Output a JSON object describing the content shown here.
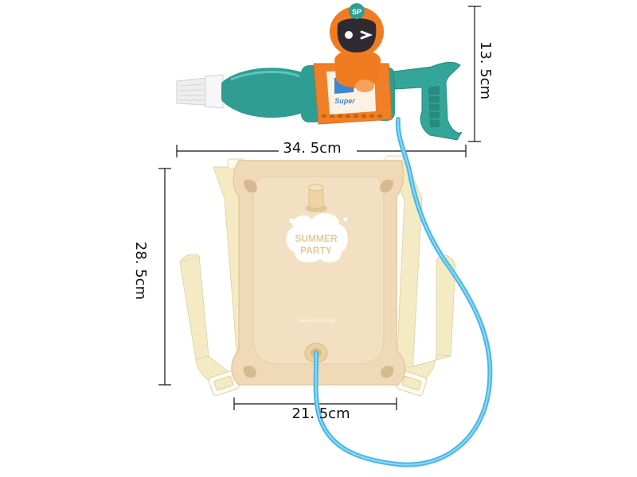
{
  "dimensions": {
    "gun_length": "34. 5cm",
    "gun_height": "13. 5cm",
    "backpack_height": "28. 5cm",
    "backpack_base_width": "21. 5cm"
  },
  "product_print": {
    "logo_line1": "SUMMER",
    "logo_line2": "PARTY",
    "tagline": "have a funny day",
    "gun_badge": "SP",
    "gun_decal": "Super"
  },
  "colors": {
    "tank": "#f1dcbb",
    "straps": "#f4ebc5",
    "hose": "#49b8e6",
    "gun_teal": "#2e9e93",
    "gun_orange": "#f07c22",
    "nozzle_cap": "#e9e9e9"
  }
}
